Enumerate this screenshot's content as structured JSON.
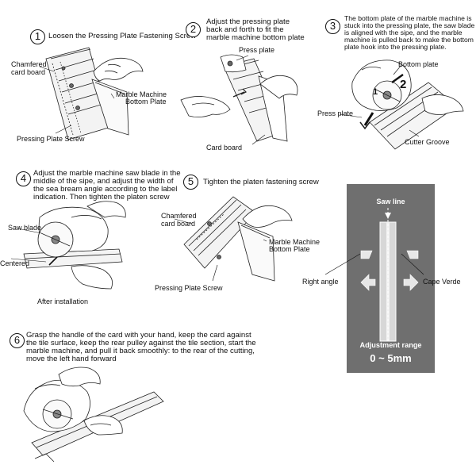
{
  "steps": [
    {
      "number": "1",
      "text": "Loosen the Pressing Plate Fastening Screw",
      "callouts": [
        "Chamfered",
        "card board",
        "Marble Machine",
        "Bottom Plate",
        "Pressing Plate Screw"
      ]
    },
    {
      "number": "2",
      "text_lines": [
        "Adjust the pressing plate",
        "back and forth to fit the",
        "marble machine bottom plate"
      ],
      "callouts": [
        "Press plate",
        "Card board"
      ]
    },
    {
      "number": "3",
      "text_lines": [
        "The bottom plate of the marble machine is",
        "stuck into the pressing plate, the saw blade",
        "is aligned with the sipe, and the marble",
        "machine is pulled back to make the bottom",
        "plate hook into the pressing plate."
      ],
      "callouts": [
        "Bottom plate",
        "Press plate",
        "Cutter Groove"
      ],
      "arrow_labels": [
        "1",
        "2"
      ]
    },
    {
      "number": "4",
      "text_lines": [
        "Adjust the marble machine saw blade in the",
        "middle of the sipe, and adjust the width of",
        "the sea bream angle according to the label",
        "indication. Then tighten the platen screw"
      ],
      "callouts": [
        "Saw blade",
        "Centered",
        "After installation"
      ]
    },
    {
      "number": "5",
      "text": "Tighten the platen fastening screw",
      "callouts": [
        "Chamfered",
        "card board",
        "Marble Machine",
        "Bottom Plate",
        "Pressing Plate Screw"
      ]
    },
    {
      "number": "6",
      "text_lines": [
        "Grasp the handle of the card with your hand, keep the card against",
        "the tile surface, keep the rear pulley against the tile section, start the",
        "marble machine, and pull it back smoothly: to the rear of the cutting,",
        "move the left hand forward"
      ]
    }
  ],
  "diagram": {
    "saw_line_label": "Saw line",
    "left_label": "Right angle",
    "right_label": "Cape Verde",
    "range_title": "Adjustment range",
    "range_value": "0 ~ 5mm",
    "panel_color": "#6f6f6f"
  }
}
